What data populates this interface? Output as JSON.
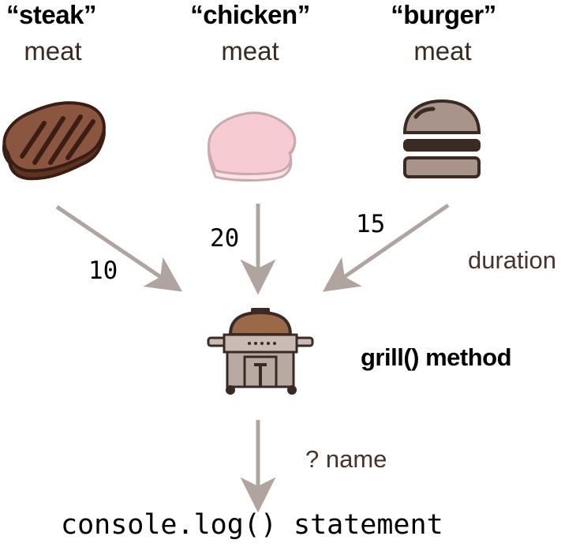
{
  "meats": [
    {
      "name": "“steak”",
      "type": "meat",
      "duration": "10",
      "icon": "steak-icon"
    },
    {
      "name": "“chicken”",
      "type": "meat",
      "duration": "20",
      "icon": "chicken-icon"
    },
    {
      "name": "“burger”",
      "type": "meat",
      "duration": "15",
      "icon": "burger-icon"
    }
  ],
  "duration_label": "duration",
  "grill": {
    "label": "grill() method",
    "icon": "grill-icon"
  },
  "name_label": "? name",
  "output": {
    "label": "console.log() statement"
  },
  "colors": {
    "arrow": "#b0a59e",
    "label_brown": "#4a3228",
    "steak": "#7a4a35",
    "chicken": "#f8d9de",
    "burger": "#a8948a",
    "grill": "#9a6a48"
  }
}
